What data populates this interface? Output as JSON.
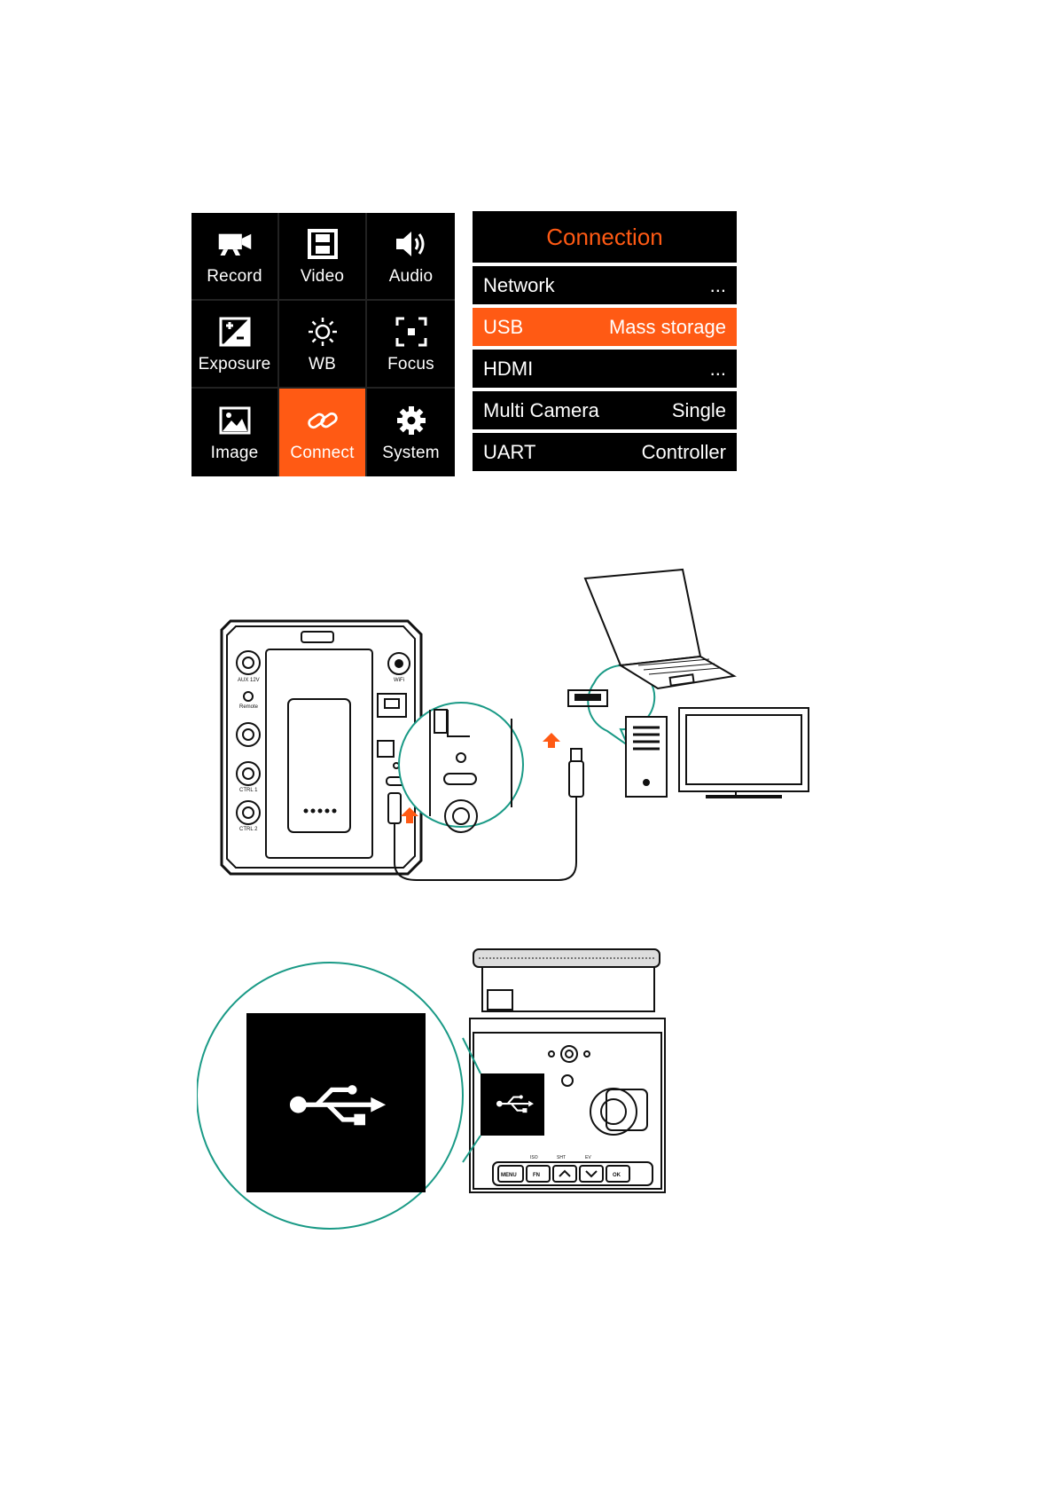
{
  "colors": {
    "accent": "#ff5a14",
    "panel_bg": "#000000",
    "text": "#ffffff",
    "callout_ring": "#1a9a86"
  },
  "menu": {
    "items": [
      {
        "label": "Record",
        "icon": "video-camera-icon"
      },
      {
        "label": "Video",
        "icon": "film-icon"
      },
      {
        "label": "Audio",
        "icon": "speaker-icon"
      },
      {
        "label": "Exposure",
        "icon": "exposure-compensation-icon"
      },
      {
        "label": "WB",
        "icon": "sun-icon"
      },
      {
        "label": "Focus",
        "icon": "focus-frame-icon"
      },
      {
        "label": "Image",
        "icon": "picture-icon"
      },
      {
        "label": "Connect",
        "icon": "link-icon",
        "selected": true
      },
      {
        "label": "System",
        "icon": "gear-icon"
      }
    ]
  },
  "connection": {
    "title": "Connection",
    "rows": [
      {
        "label": "Network",
        "value": "..."
      },
      {
        "label": "USB",
        "value": "Mass storage",
        "selected": true
      },
      {
        "label": "HDMI",
        "value": "..."
      },
      {
        "label": "Multi Camera",
        "value": "Single"
      },
      {
        "label": "UART",
        "value": "Controller"
      }
    ]
  },
  "camera_back": {
    "port_labels": [
      "AUX 12V",
      "Remote",
      "CTRL 1",
      "CTRL 2",
      "WiFi"
    ]
  },
  "camera_bottom": {
    "button_labels": [
      "MENU",
      "FN",
      "OK"
    ],
    "button_captions": [
      "ISO",
      "SHT",
      "EV"
    ]
  }
}
